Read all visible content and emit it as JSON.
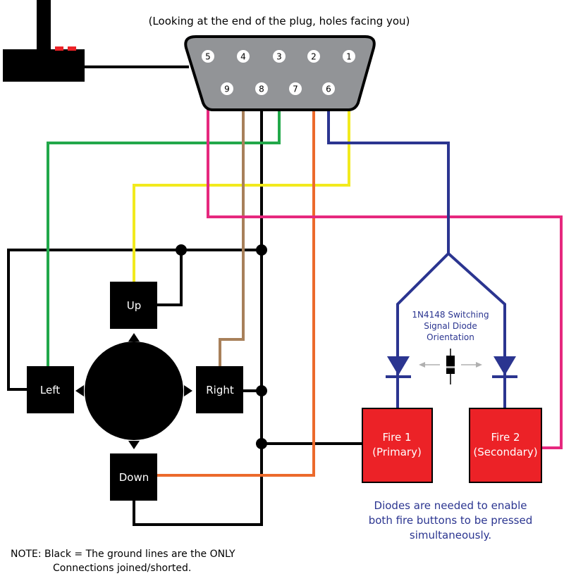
{
  "header": "(Looking at the end of the plug, holes facing you)",
  "pins": {
    "p1": "1",
    "p2": "2",
    "p3": "3",
    "p4": "4",
    "p5": "5",
    "p6": "6",
    "p7": "7",
    "p8": "8",
    "p9": "9"
  },
  "directions": {
    "up": "Up",
    "down": "Down",
    "left": "Left",
    "right": "Right"
  },
  "fire1": {
    "line1": "Fire 1",
    "line2": "(Primary)"
  },
  "fire2": {
    "line1": "Fire 2",
    "line2": "(Secondary)"
  },
  "diode_label": {
    "line1": "1N4148 Switching",
    "line2": "Signal Diode",
    "line3": "Orientation"
  },
  "diode_note": {
    "line1": "Diodes are needed to enable",
    "line2": "both fire buttons to be pressed",
    "line3": "simultaneously."
  },
  "footnote": {
    "line1": "NOTE: Black = The ground lines are the ONLY",
    "line2": "Connections joined/shorted."
  },
  "colors": {
    "pin1_up": "#f2ea1d",
    "pin2_down": "#ec6a2c",
    "pin3_left": "#22a84a",
    "pin4_right": "#a8805a",
    "pin5_fire2": "#e6287e",
    "pin6_fire1": "#2b3590",
    "ground": "#000000",
    "fire_button": "#ec2227",
    "connector": "#929497",
    "diode_text": "#2b3590"
  }
}
